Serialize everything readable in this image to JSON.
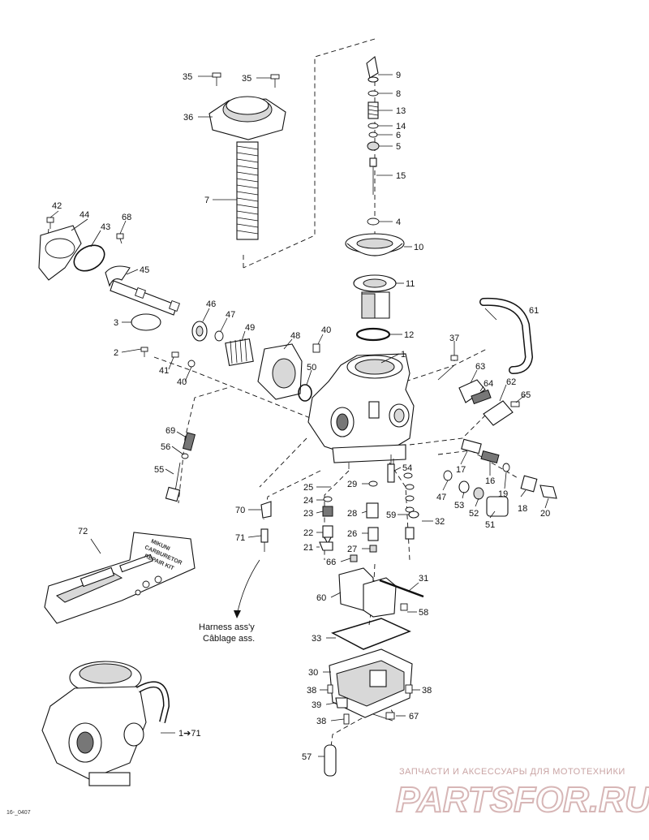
{
  "diagram": {
    "kind": "exploded-parts-view",
    "subject": "carburetor assembly"
  },
  "labels": {
    "p1": "1",
    "p2": "2",
    "p3": "3",
    "p4": "4",
    "p5": "5",
    "p6": "6",
    "p7": "7",
    "p8": "8",
    "p9": "9",
    "p10": "10",
    "p11": "11",
    "p12": "12",
    "p13": "13",
    "p14": "14",
    "p15": "15",
    "p16": "16",
    "p17": "17",
    "p18": "18",
    "p19": "19",
    "p20": "20",
    "p21": "21",
    "p22": "22",
    "p23": "23",
    "p24": "24",
    "p25": "25",
    "p26": "26",
    "p27": "27",
    "p28": "28",
    "p29": "29",
    "p30": "30",
    "p31": "31",
    "p32": "32",
    "p33": "33",
    "p35a": "35",
    "p35b": "35",
    "p36": "36",
    "p37": "37",
    "p38a": "38",
    "p38b": "38",
    "p38c": "38",
    "p39": "39",
    "p40a": "40",
    "p40b": "40",
    "p41": "41",
    "p42": "42",
    "p43": "43",
    "p44": "44",
    "p45": "45",
    "p46": "46",
    "p47a": "47",
    "p47b": "47",
    "p48": "48",
    "p49": "49",
    "p50": "50",
    "p51": "51",
    "p52": "52",
    "p53": "53",
    "p54": "54",
    "p55": "55",
    "p56": "56",
    "p57": "57",
    "p58": "58",
    "p59": "59",
    "p60": "60",
    "p61": "61",
    "p62": "62",
    "p63": "63",
    "p64": "64",
    "p65": "65",
    "p66": "66",
    "p67": "67",
    "p68": "68",
    "p69": "69",
    "p70": "70",
    "p71": "71",
    "p72": "72",
    "assembly_ref": "1➔71"
  },
  "harness_note": {
    "line1": "Harness ass'y",
    "line2": "Câblage ass."
  },
  "kit_label": {
    "line1": "MIKUNI",
    "line2": "CARBURETOR",
    "line3": "REPAIR KIT"
  },
  "figure_code": "16-_0407",
  "watermark": {
    "caption": "ЗАПЧАСТИ И АКСЕССУАРЫ ДЛЯ МОТОТЕХНИКИ",
    "brand": "PARTSFOR.RU"
  },
  "colors": {
    "line": "#111111",
    "watermark": "#d7b6b6"
  }
}
